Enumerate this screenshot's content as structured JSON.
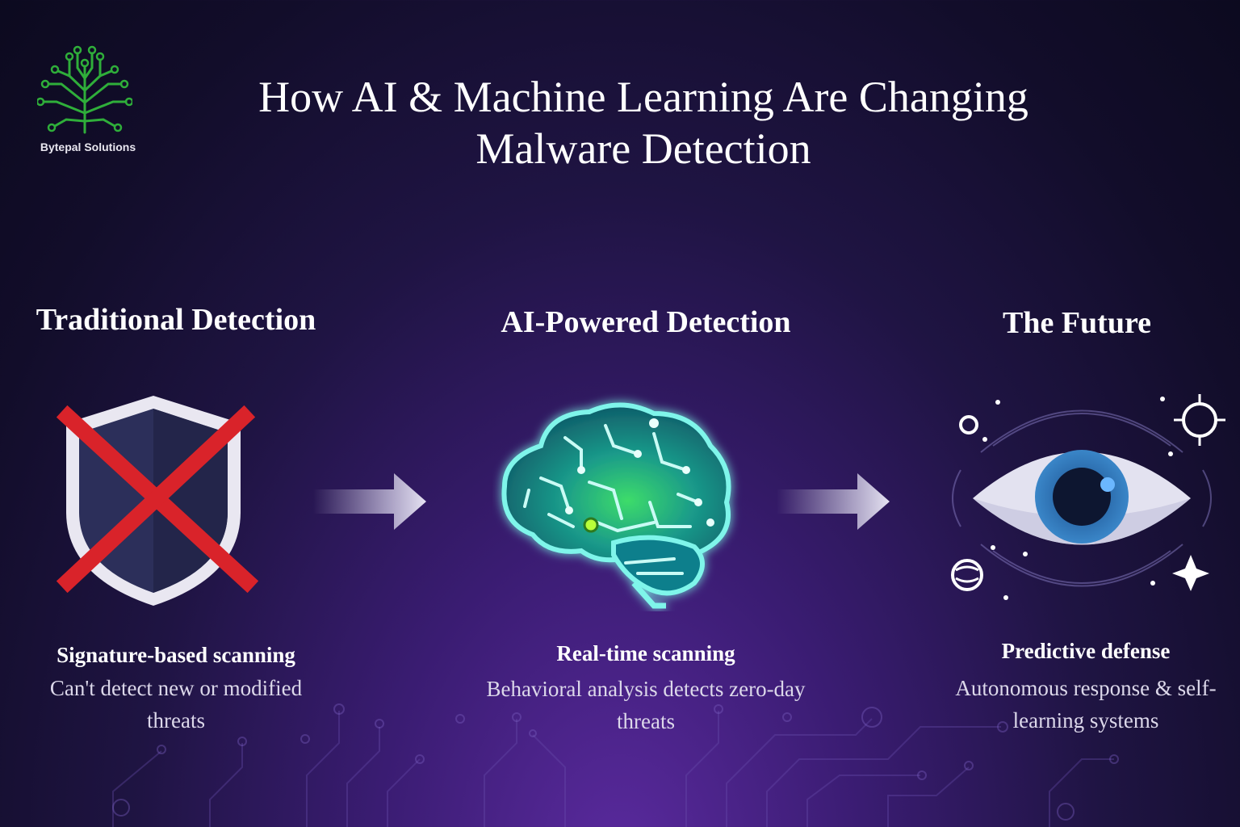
{
  "brand": {
    "name": "Bytepal Solutions",
    "logo_icon": "circuit-tree-icon",
    "color": "#2fae3a"
  },
  "title": {
    "line1": "How AI & Machine Learning Are Changing",
    "line2": "Malware Detection"
  },
  "columns": [
    {
      "heading": "Traditional Detection",
      "icon": "crossed-shield-icon",
      "subheading": "Signature-based scanning",
      "description": "Can't detect new or modified threats"
    },
    {
      "heading": "AI-Powered Detection",
      "icon": "glowing-brain-icon",
      "subheading": "Real-time scanning",
      "description": "Behavioral analysis detects zero-day threats"
    },
    {
      "heading": "The Future",
      "icon": "eye-icon",
      "subheading": "Predictive defense",
      "description": "Autonomous response & self-learning systems"
    }
  ],
  "arrows": [
    "right-arrow-icon",
    "right-arrow-icon"
  ],
  "colors": {
    "background": "#1f1443",
    "cross": "#d9232a",
    "brain_glow": "#39e3d0",
    "eye_iris": "#2d6fb0"
  }
}
